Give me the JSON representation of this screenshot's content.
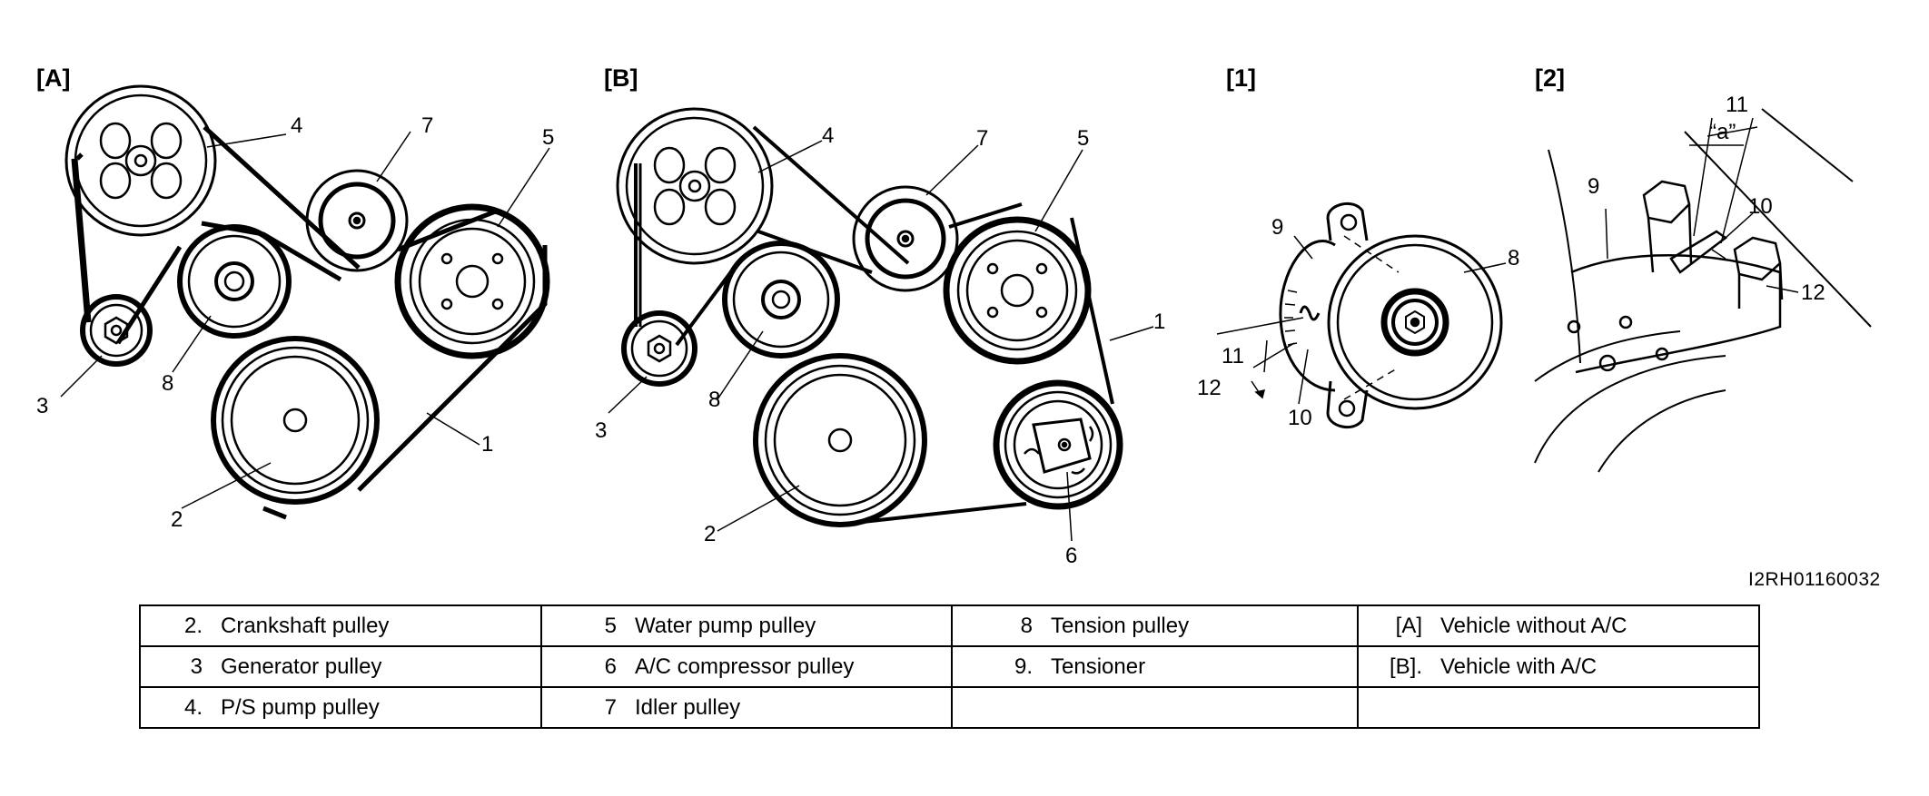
{
  "panels": {
    "a": "[A]",
    "b": "[B]",
    "detail1": "[1]",
    "detail2": "[2]"
  },
  "callouts": {
    "belt": "1",
    "crankshaft": "2",
    "generator": "3",
    "ps_pump": "4",
    "water_pump": "5",
    "ac_compressor": "6",
    "idler": "7",
    "tension": "8",
    "tensioner": "9",
    "ten": "10",
    "eleven": "11",
    "twelve": "12",
    "dimension_a": "“a”"
  },
  "reference_code": "I2RH01160032",
  "legend": {
    "rows": [
      [
        {
          "num": "2.",
          "text": "Crankshaft pulley"
        },
        {
          "num": "5",
          "text": "Water pump pulley"
        },
        {
          "num": "8",
          "text": "Tension pulley"
        },
        {
          "num": "[A]",
          "text": "Vehicle without A/C"
        }
      ],
      [
        {
          "num": "3",
          "text": "Generator pulley"
        },
        {
          "num": "6",
          "text": "A/C compressor pulley"
        },
        {
          "num": "9.",
          "text": "Tensioner"
        },
        {
          "num": "[B].",
          "text": "Vehicle with A/C"
        }
      ],
      [
        {
          "num": "4.",
          "text": "P/S pump pulley"
        },
        {
          "num": "7",
          "text": "Idler pulley"
        },
        {
          "num": "",
          "text": ""
        },
        {
          "num": "",
          "text": ""
        }
      ]
    ]
  }
}
